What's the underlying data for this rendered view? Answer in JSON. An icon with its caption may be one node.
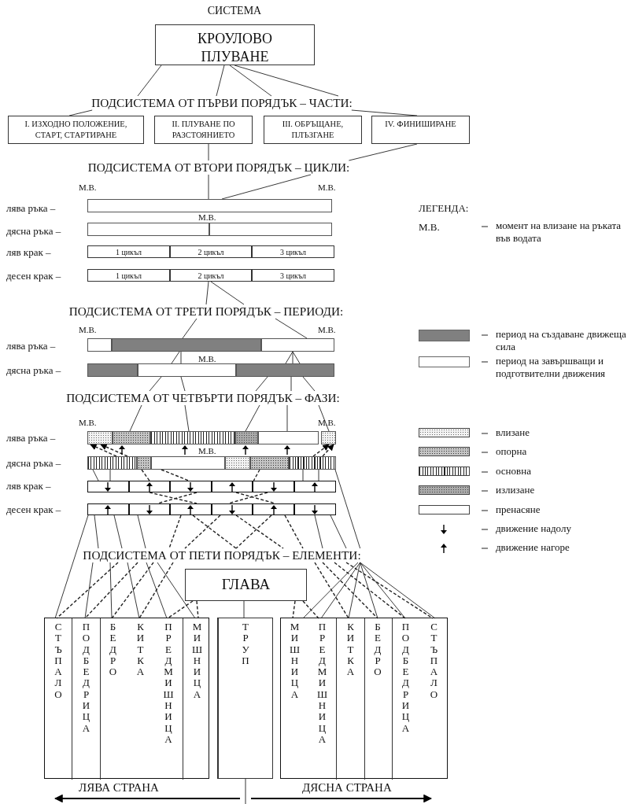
{
  "diagram": {
    "title": "СИСТЕМА",
    "nodes": [
      {
        "text": [
          "КРОУЛОВО ПЛУВАНЕ"
        ]
      },
      {
        "text": [
          "ПОДСИСТЕМА ОТ ПЪРВИ ПОРЯДЪК – ЧАСТИ:"
        ]
      },
      {
        "text": [
          "I. ИЗХОДНО ПОЛОЖЕНИЕ, СТАРТ, СТАРТИРАНЕ"
        ]
      },
      {
        "text": [
          "II. ПЛУВАНЕ ПО РАЗСТОЯНИЕТО"
        ]
      },
      {
        "text": [
          "III. ОБРЪЩАНЕ, ПЛЪЗГАНЕ"
        ]
      },
      {
        "text": [
          "IV. ФИНИШИРАНЕ"
        ]
      },
      {
        "text": [
          "ПОДСИСТЕМА ОТ ВТОРИ ПОРЯДЪК – ЦИКЛИ:"
        ]
      },
      {
        "text": [],
        "shape": "bar"
      },
      {
        "text": [],
        "shape": "bar"
      },
      {
        "text": [],
        "shape": "bar"
      },
      {
        "text": [
          "1 цикъл"
        ]
      },
      {
        "text": [
          "2 цикъл"
        ]
      },
      {
        "text": [
          "3 цикъл"
        ]
      },
      {
        "text": [
          "1 цикъл"
        ]
      },
      {
        "text": [
          "2 цикъл"
        ]
      },
      {
        "text": [
          "3 цикъл"
        ]
      },
      {
        "text": [
          "ПОДСИСТЕМА ОТ ТРЕТИ ПОРЯДЪК – ПЕРИОДИ:"
        ]
      },
      {
        "text": [],
        "shape": "bar"
      },
      {
        "text": [],
        "shape": "bar"
      },
      {
        "text": [],
        "shape": "bar"
      },
      {
        "text": [],
        "shape": "bar"
      },
      {
        "text": [],
        "shape": "bar"
      },
      {
        "text": [],
        "shape": "bar"
      },
      {
        "text": [
          "ПОДСИСТЕМА ОТ ЧЕТВЪРТИ ПОРЯДЪК – ФАЗИ:"
        ]
      },
      {
        "text": [],
        "shape": "bar"
      },
      {
        "text": [],
        "shape": "bar"
      },
      {
        "text": [],
        "shape": "bar"
      },
      {
        "text": [],
        "shape": "bar"
      },
      {
        "text": [],
        "shape": "bar"
      },
      {
        "text": [],
        "shape": "bar"
      },
      {
        "text": [],
        "shape": "bar"
      },
      {
        "text": [],
        "shape": "bar"
      },
      {
        "text": [],
        "shape": "bar"
      },
      {
        "text": [],
        "shape": "bar"
      },
      {
        "text": [],
        "shape": "bar"
      },
      {
        "text": [],
        "shape": "bar"
      },
      {
        "text": [],
        "shape": "box"
      },
      {
        "text": [],
        "shape": "box"
      },
      {
        "text": [],
        "shape": "box"
      },
      {
        "text": [],
        "shape": "box"
      },
      {
        "text": [],
        "shape": "box"
      },
      {
        "text": [],
        "shape": "box"
      },
      {
        "text": [],
        "shape": "box"
      },
      {
        "text": [],
        "shape": "box"
      },
      {
        "text": [],
        "shape": "box"
      },
      {
        "text": [],
        "shape": "box"
      },
      {
        "text": [],
        "shape": "box"
      },
      {
        "text": [],
        "shape": "box"
      },
      {
        "text": [
          "ПОДСИСТЕМА ОТ ПЕТИ ПОРЯДЪК – ЕЛЕМЕНТИ:"
        ]
      },
      {
        "text": [
          "ГЛАВА"
        ]
      },
      {
        "text": [],
        "shape": "box"
      },
      {
        "text": [
          "СТЪПАЛО"
        ],
        "in": 50
      },
      {
        "text": [
          "ПОДБЕДРИЦА"
        ],
        "in": 50
      },
      {
        "text": [
          "БЕДРО"
        ],
        "in": 50
      },
      {
        "text": [
          "КИТКА"
        ],
        "in": 50
      },
      {
        "text": [
          "ПРЕДМИШНИЦА"
        ],
        "in": 50
      },
      {
        "text": [
          "МИШНИЦА"
        ],
        "in": 50
      },
      {
        "text": [
          "ТРУП"
        ]
      },
      {
        "text": [],
        "shape": "box"
      },
      {
        "text": [
          "МИШНИЦА"
        ],
        "in": 58
      },
      {
        "text": [
          "ПРЕДМИШНИЦА"
        ],
        "in": 58
      },
      {
        "text": [
          "КИТКА"
        ],
        "in": 58
      },
      {
        "text": [
          "БЕДРО"
        ],
        "in": 58
      },
      {
        "text": [
          "ПОДБЕДРИЦА"
        ],
        "in": 58
      },
      {
        "text": [
          "СТЪПАЛО"
        ],
        "in": 58
      }
    ],
    "edges": [
      {
        "from": 0,
        "to": 1,
        "arrow": "none"
      },
      {
        "from": 0,
        "to": 1,
        "arrow": "none"
      },
      {
        "from": 0,
        "to": 1,
        "arrow": "none"
      },
      {
        "from": 0,
        "to": 1,
        "arrow": "none"
      },
      {
        "from": 1,
        "to": 2,
        "arrow": "none"
      },
      {
        "from": 1,
        "to": 5,
        "arrow": "none"
      },
      {
        "from": 3,
        "to": 6,
        "arrow": "none"
      },
      {
        "from": 5,
        "to": 6,
        "arrow": "none"
      },
      {
        "from": 6,
        "to": 7,
        "arrow": "none"
      },
      {
        "from": 6,
        "to": 7,
        "arrow": "none"
      },
      {
        "from": 14,
        "to": 16,
        "arrow": "none"
      },
      {
        "from": 14,
        "to": 16,
        "arrow": "none"
      },
      {
        "from": 16,
        "to": 18,
        "arrow": "none"
      },
      {
        "from": 16,
        "to": 19,
        "arrow": "none"
      },
      {
        "from": 21,
        "to": 18,
        "arrow": "none"
      },
      {
        "from": 21,
        "to": 18,
        "arrow": "none"
      },
      {
        "from": 22,
        "to": 19,
        "arrow": "none"
      },
      {
        "from": 22,
        "to": 19,
        "arrow": "none"
      },
      {
        "from": 22,
        "to": 19,
        "arrow": "none"
      },
      {
        "from": 21,
        "to": 23,
        "arrow": "none"
      },
      {
        "from": 21,
        "to": 23,
        "arrow": "none"
      },
      {
        "from": 22,
        "to": 23,
        "arrow": "none"
      },
      {
        "from": 22,
        "to": 23,
        "arrow": "none"
      },
      {
        "from": 22,
        "to": 23,
        "arrow": "none"
      },
      {
        "from": 23,
        "to": 25,
        "arrow": "none"
      },
      {
        "from": 23,
        "to": 26,
        "arrow": "none"
      },
      {
        "from": 23,
        "to": 27,
        "arrow": "none"
      },
      {
        "from": 23,
        "to": 28,
        "arrow": "none"
      },
      {
        "from": 23,
        "to": 29,
        "arrow": "none"
      },
      {
        "from": 30,
        "to": 24,
        "arrow": "to",
        "style": "dashed"
      },
      {
        "from": 30,
        "to": 24,
        "arrow": "to",
        "style": "dashed"
      },
      {
        "from": 35,
        "to": 29,
        "arrow": "to",
        "style": "dashed"
      },
      {
        "from": 35,
        "to": 29,
        "arrow": "to",
        "style": "dashed"
      },
      {
        "from": 30,
        "to": 36,
        "arrow": "none"
      },
      {
        "from": 30,
        "to": 36,
        "arrow": "none"
      },
      {
        "from": 31,
        "to": 37,
        "arrow": "none",
        "style": "dashed"
      },
      {
        "from": 32,
        "to": 38,
        "arrow": "none",
        "style": "dashed"
      },
      {
        "from": 34,
        "to": 40,
        "arrow": "none",
        "style": "dashed"
      },
      {
        "from": 35,
        "to": 41,
        "arrow": "none"
      },
      {
        "from": 35,
        "to": 41,
        "arrow": "none"
      },
      {
        "from": 37,
        "to": 44,
        "arrow": "none",
        "style": "dashed"
      },
      {
        "from": 38,
        "to": 43,
        "arrow": "none",
        "style": "dashed"
      },
      {
        "from": 39,
        "to": 46,
        "arrow": "none",
        "style": "dashed"
      },
      {
        "from": 40,
        "to": 45,
        "arrow": "none",
        "style": "dashed"
      },
      {
        "from": 42,
        "to": 48,
        "arrow": "none"
      },
      {
        "from": 42,
        "to": 48,
        "arrow": "none"
      },
      {
        "from": 43,
        "to": 48,
        "arrow": "none"
      },
      {
        "from": 44,
        "to": 48,
        "arrow": "none",
        "style": "dashed"
      },
      {
        "from": 44,
        "to": 48,
        "arrow": "none",
        "style": "dashed"
      },
      {
        "from": 45,
        "to": 48,
        "arrow": "none",
        "style": "dashed"
      },
      {
        "from": 45,
        "to": 48,
        "arrow": "none",
        "style": "dashed"
      },
      {
        "from": 46,
        "to": 48,
        "arrow": "none",
        "style": "dashed"
      },
      {
        "from": 46,
        "to": 48,
        "arrow": "none",
        "style": "dashed"
      },
      {
        "from": 47,
        "to": 48,
        "arrow": "none"
      },
      {
        "from": 47,
        "to": 48,
        "arrow": "none"
      },
      {
        "from": 35,
        "to": 48,
        "arrow": "none"
      },
      {
        "from": 42,
        "to": 51,
        "arrow": "none"
      },
      {
        "from": 48,
        "to": 52,
        "arrow": "none"
      },
      {
        "from": 48,
        "to": 53,
        "arrow": "none"
      },
      {
        "from": 48,
        "to": 54,
        "arrow": "none"
      },
      {
        "from": 48,
        "to": 55,
        "arrow": "none"
      },
      {
        "from": 48,
        "to": 56,
        "arrow": "none"
      },
      {
        "from": 48,
        "to": 59,
        "arrow": "none"
      },
      {
        "from": 48,
        "to": 60,
        "arrow": "none"
      },
      {
        "from": 48,
        "to": 61,
        "arrow": "none"
      },
      {
        "from": 48,
        "to": 62,
        "arrow": "none"
      },
      {
        "from": 48,
        "to": 63,
        "arrow": "none"
      },
      {
        "from": 48,
        "to": 64,
        "arrow": "none"
      },
      {
        "from": 48,
        "to": 51,
        "arrow": "none",
        "style": "dashed"
      },
      {
        "from": 48,
        "to": 52,
        "arrow": "none",
        "style": "dashed"
      },
      {
        "from": 48,
        "to": 53,
        "arrow": "none",
        "style": "dashed"
      },
      {
        "from": 48,
        "to": 54,
        "arrow": "none",
        "style": "dashed"
      },
      {
        "from": 48,
        "to": 61,
        "arrow": "none",
        "style": "dashed"
      },
      {
        "from": 48,
        "to": 62,
        "arrow": "none",
        "style": "dashed"
      },
      {
        "from": 48,
        "to": 63,
        "arrow": "none",
        "style": "dashed"
      },
      {
        "from": 48,
        "to": 64,
        "arrow": "none",
        "style": "dashed"
      },
      {
        "from": 49,
        "to": 57,
        "arrow": "none"
      },
      {
        "from": 49,
        "to": 55,
        "arrow": "none",
        "style": "dashed"
      },
      {
        "from": 49,
        "to": 56,
        "arrow": "none",
        "style": "dashed"
      },
      {
        "from": 49,
        "to": 59,
        "arrow": "none",
        "style": "dashed"
      },
      {
        "from": 49,
        "to": 60,
        "arrow": "none",
        "style": "dashed"
      }
    ],
    "labels": [
      "М.В.",
      "М.В.",
      "лява ръка –",
      "ЛЕГЕНДА:",
      "М.В.",
      "М.В.",
      "дясна ръка –",
      "ляв крак –",
      "десен крак –",
      "М.В.",
      "М.В.",
      "лява ръка –",
      "М.В.",
      "дясна ръка –",
      "М.В.",
      "М.В.",
      "лява ръка –",
      "М.В.",
      "дясна ръка –",
      "ляв крак –",
      "десен крак –",
      "ЛЯВА СТРАНА",
      "ДЯСНА СТРАНА"
    ],
    "legend": [
      {
        "text": "момент на влизане на ръката във водата"
      },
      {
        "text": "период на създаване движеща сила",
        "color": "#808080"
      },
      {
        "text": "период на завършващи и подготвителни движения",
        "color": "#ffffff"
      },
      {
        "text": "влизане"
      },
      {
        "text": "опорна"
      },
      {
        "text": "основна"
      },
      {
        "text": "излизане"
      },
      {
        "text": "пренасяне"
      },
      {
        "text": "движение надолу"
      },
      {
        "text": "движение нагоре"
      }
    ]
  }
}
